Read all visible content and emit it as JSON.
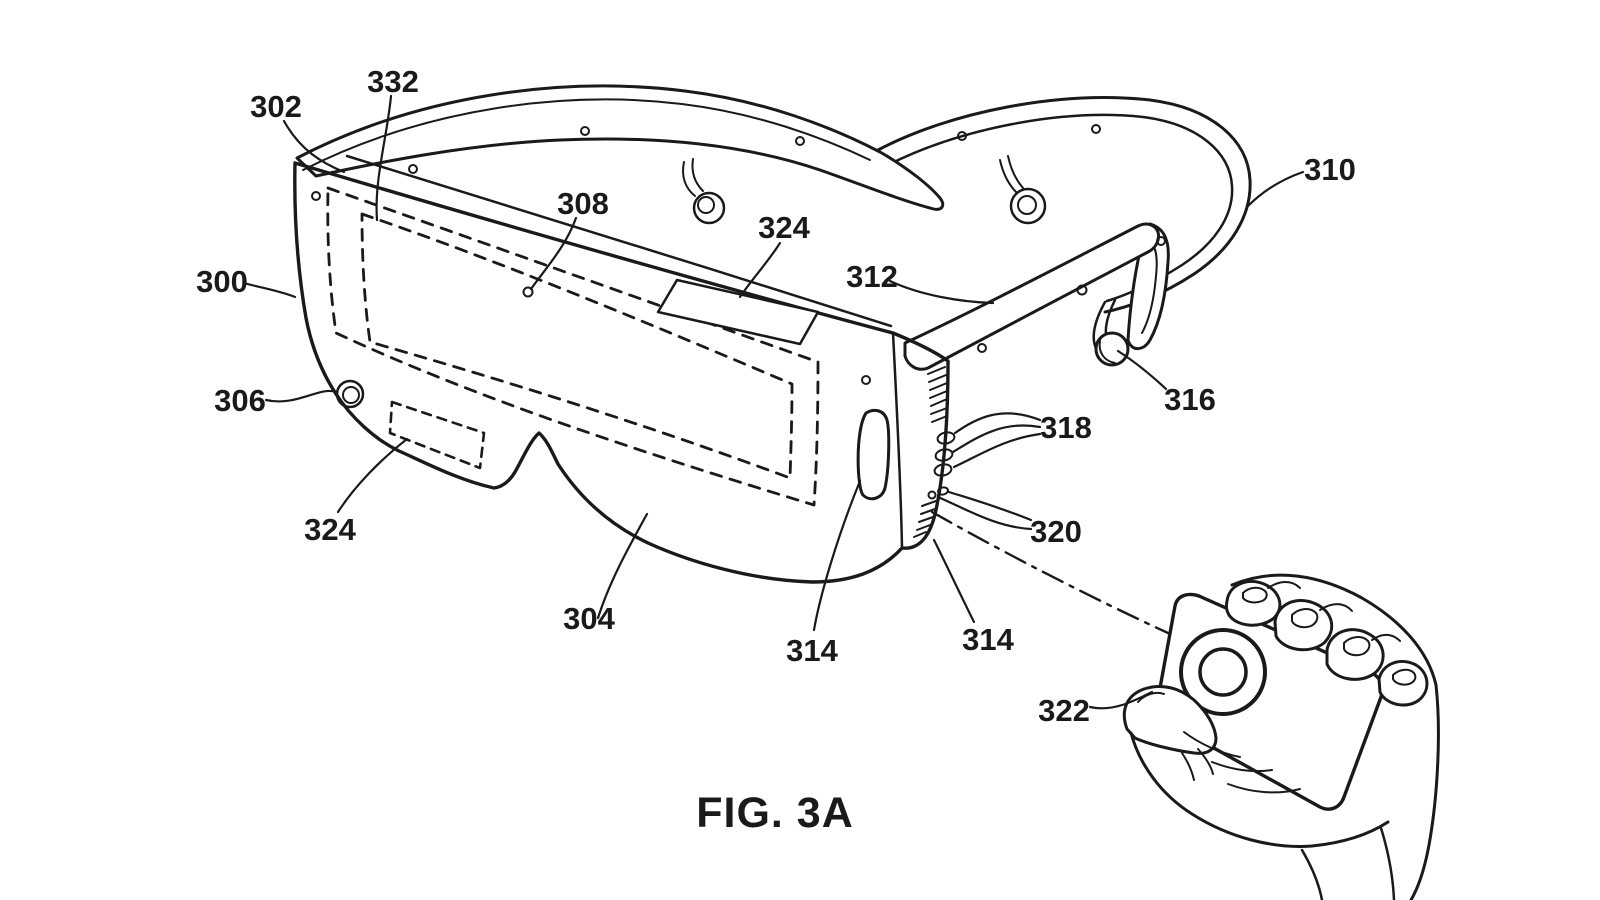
{
  "figure": {
    "caption": "FIG. 3A"
  },
  "colors": {
    "ink": "#1a1a1a",
    "background": "#ffffff"
  },
  "labels": [
    {
      "text": "300"
    },
    {
      "text": "302"
    },
    {
      "text": "304"
    },
    {
      "text": "306"
    },
    {
      "text": "308"
    },
    {
      "text": "310"
    },
    {
      "text": "312"
    },
    {
      "text": "314"
    },
    {
      "text": "314"
    },
    {
      "text": "316"
    },
    {
      "text": "318"
    },
    {
      "text": "320"
    },
    {
      "text": "322"
    },
    {
      "text": "324"
    },
    {
      "text": "324"
    },
    {
      "text": "332"
    }
  ]
}
